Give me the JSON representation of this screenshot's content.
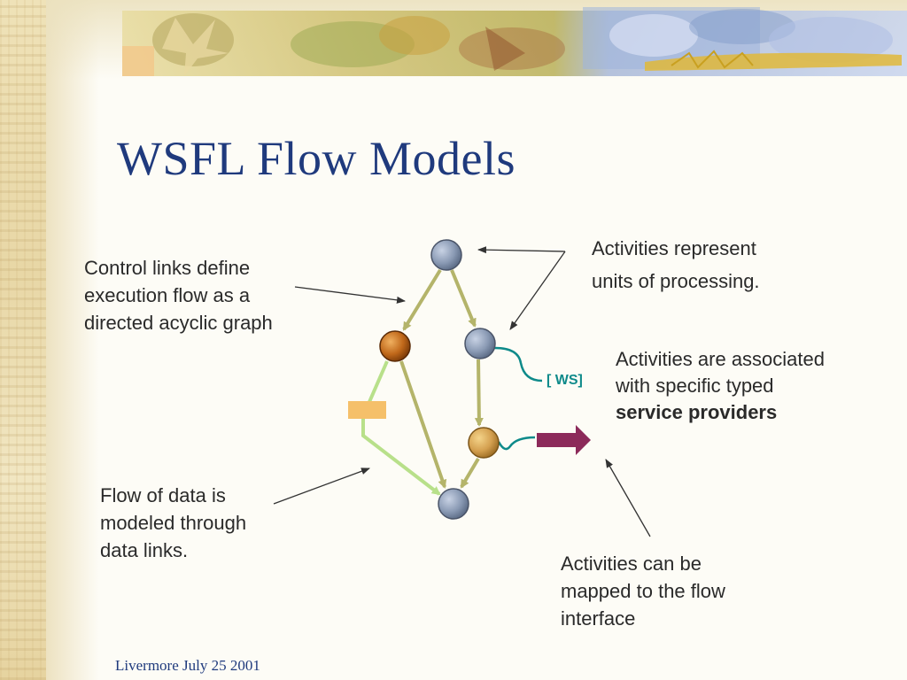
{
  "slide": {
    "title": "WSFL Flow Models",
    "footer": "Livermore July 25 2001"
  },
  "annotations": {
    "control_links": [
      "Control links define",
      "execution flow as a",
      "directed acyclic graph"
    ],
    "activities_represent": [
      "Activities represent",
      "units of processing."
    ],
    "activities_associated": {
      "line1": "Activities are associated",
      "line2": "with specific typed",
      "line3_bold": "service providers"
    },
    "flow_of_data": [
      "Flow of data is",
      "modeled through",
      "data links."
    ],
    "activities_mapped": [
      "Activities can be",
      "mapped to the flow",
      "interface"
    ]
  },
  "diagram": {
    "ws_label": "[ WS]",
    "colors": {
      "title": "#1f3a7d",
      "control_link": "#b4b46a",
      "data_link": "#b8e08a",
      "activity_node": "#8a9ab4",
      "active_node": "#c0681a",
      "selected_node": "#d4a050",
      "data_block": "#f5c06a",
      "interface_arrow": "#8c2a5a",
      "service_link": "#0e8a8a"
    }
  }
}
